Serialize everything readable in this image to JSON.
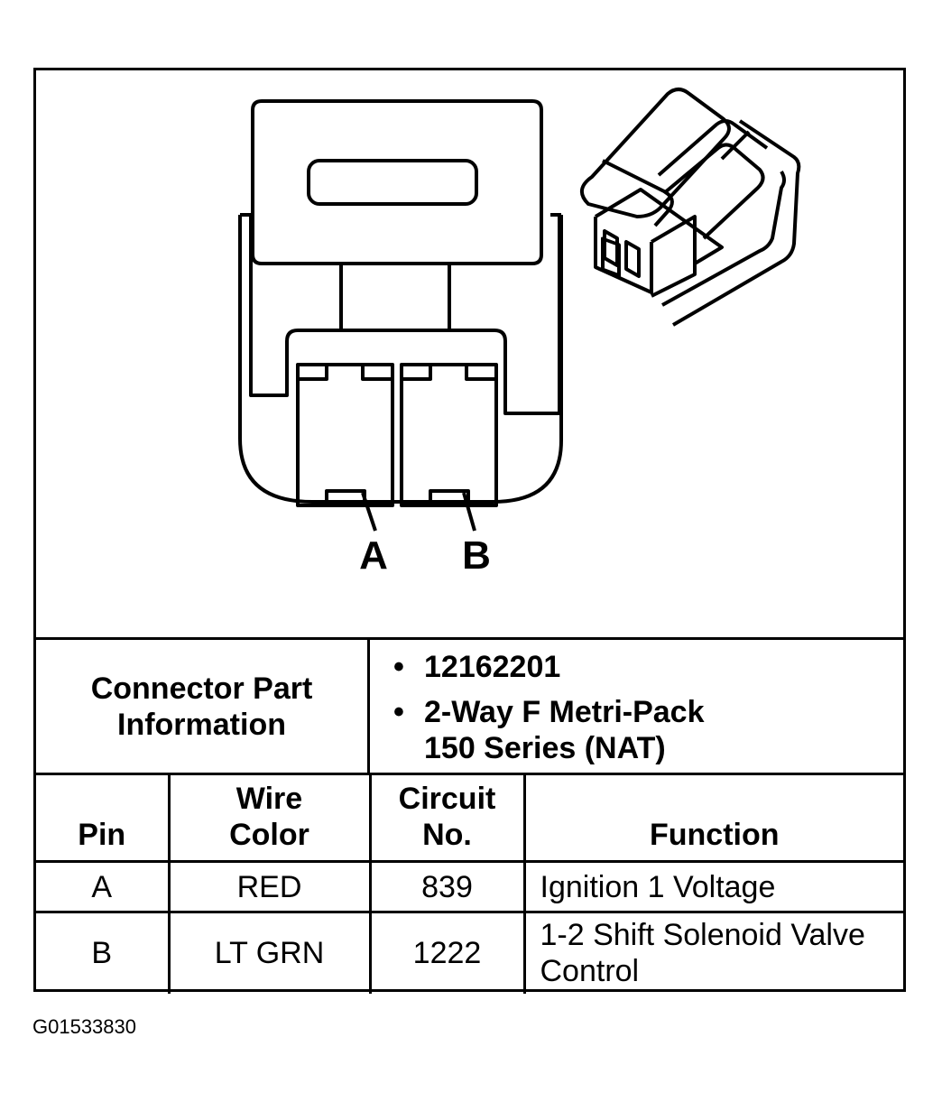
{
  "diagram": {
    "pin_labels": [
      "A",
      "B"
    ]
  },
  "part_info": {
    "label_line1": "Connector Part",
    "label_line2": "Information",
    "items": [
      "12162201",
      "2-Way F Metri-Pack\n150 Series (NAT)"
    ],
    "bullet": "•"
  },
  "pin_table": {
    "headers": {
      "pin": "Pin",
      "wire_color": "Wire\nColor",
      "circuit": "Circuit\nNo.",
      "function": "Function"
    },
    "rows": [
      {
        "pin": "A",
        "wire_color": "RED",
        "circuit": "839",
        "function": "Ignition 1 Voltage"
      },
      {
        "pin": "B",
        "wire_color": "LT GRN",
        "circuit": "1222",
        "function": "1-2 Shift Solenoid Valve\nControl"
      }
    ]
  },
  "figure_id": "G01533830"
}
